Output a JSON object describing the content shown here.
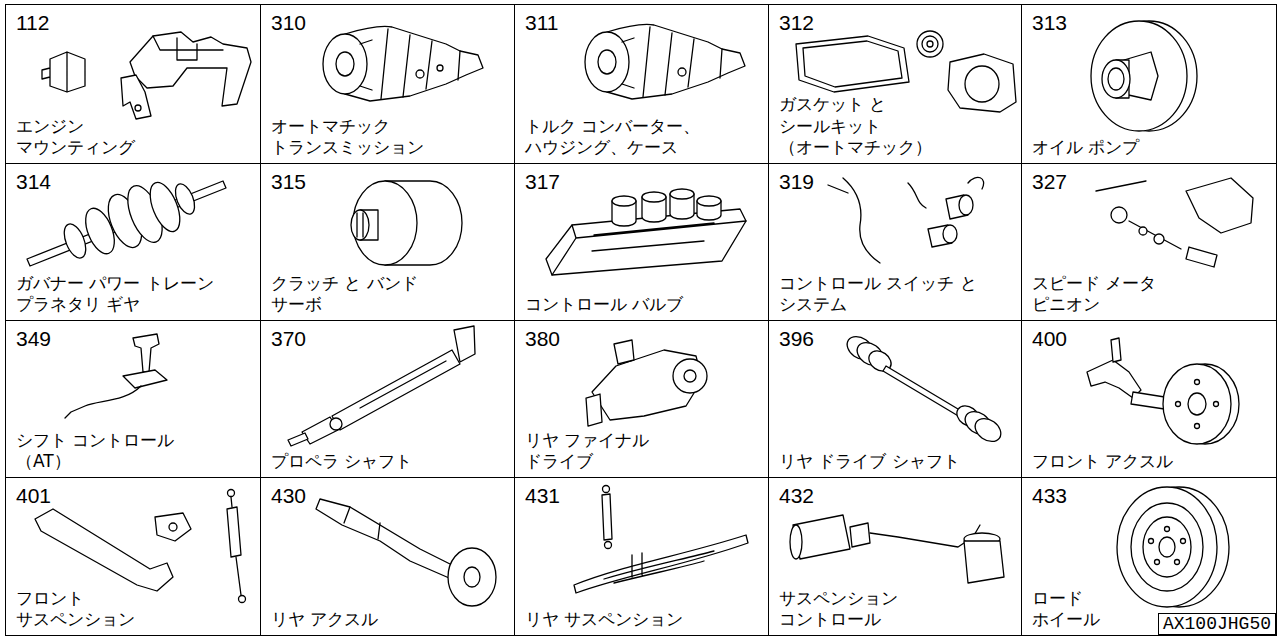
{
  "diagram": {
    "nodes": [
      {
        "text": [
          "112",
          "エンジン マウンティング"
        ]
      },
      {
        "text": [
          "310",
          "オートマチック トランスミッション"
        ]
      },
      {
        "text": [
          "311",
          "トルク コンバーター、 ハウジング、ケース"
        ]
      },
      {
        "text": [
          "312",
          "ガスケット と シールキット （オートマチック）"
        ]
      },
      {
        "text": [
          "313",
          "オイル ポンプ"
        ]
      },
      {
        "text": [
          "314",
          "ガバナー パワー トレーン プラネタリ ギヤ"
        ]
      },
      {
        "text": [
          "315",
          "クラッチ と バンド サーボ"
        ]
      },
      {
        "text": [
          "317",
          "コントロール バルブ"
        ]
      },
      {
        "text": [
          "319",
          "コントロール スイッチ と システム"
        ]
      },
      {
        "text": [
          "327",
          "スピード メータ ピニオン"
        ]
      },
      {
        "text": [
          "349",
          "シフト コントロール （AT）"
        ]
      },
      {
        "text": [
          "370",
          "プロペラ シャフト"
        ]
      },
      {
        "text": [
          "380",
          "リヤ ファイナル ドライブ"
        ]
      },
      {
        "text": [
          "396",
          "リヤ ドライブ シャフト"
        ]
      },
      {
        "text": [
          "400",
          "フロント アクスル"
        ]
      },
      {
        "text": [
          "401",
          "フロント サスペンション"
        ]
      },
      {
        "text": [
          "430",
          "リヤ アクスル"
        ]
      },
      {
        "text": [
          "431",
          "リヤ サスペンション"
        ]
      },
      {
        "text": [
          "432",
          "サスペンション コントロール"
        ]
      },
      {
        "text": [
          "433",
          "ロード ホイール"
        ]
      },
      {
        "text": [
          "AX100JHG50"
        ]
      }
    ]
  }
}
